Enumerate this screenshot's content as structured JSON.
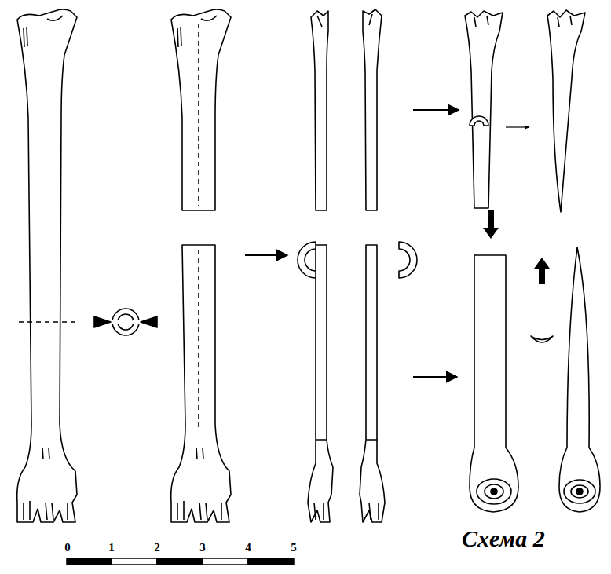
{
  "diagram": {
    "caption": "Схема 2",
    "labels": [
      "0",
      "1",
      "2",
      "3",
      "4",
      "5"
    ]
  }
}
